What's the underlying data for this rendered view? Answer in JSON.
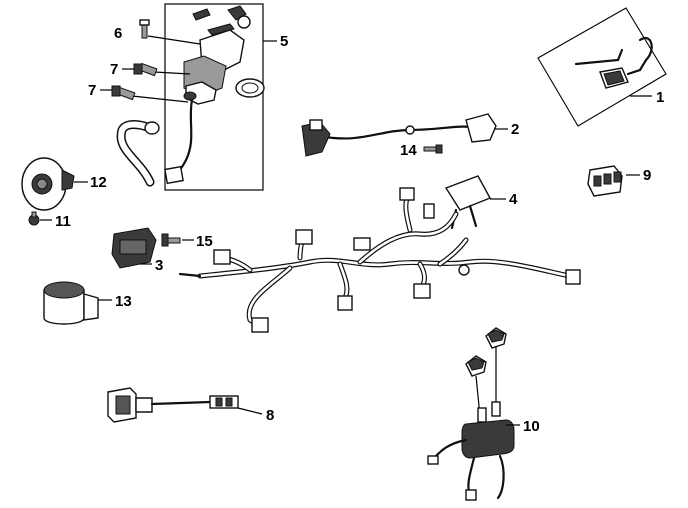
{
  "labels": {
    "p1": "1",
    "p2": "2",
    "p3": "3",
    "p4": "4",
    "p5": "5",
    "p6": "6",
    "p7a": "7",
    "p7b": "7",
    "p8": "8",
    "p9": "9",
    "p10": "10",
    "p11": "11",
    "p12": "12",
    "p13": "13",
    "p14": "14",
    "p15": "15"
  }
}
